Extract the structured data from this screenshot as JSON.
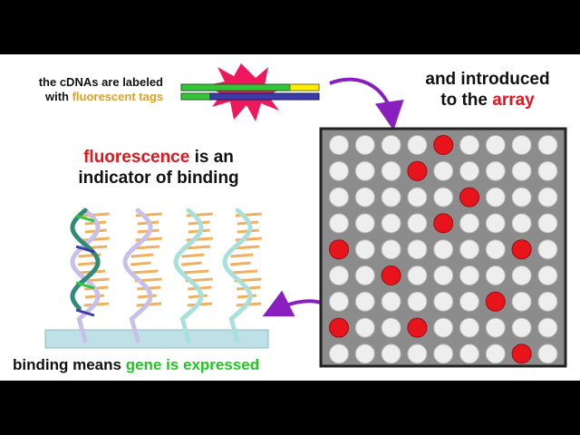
{
  "labels": {
    "cdna_line1": "the cDNAs are labeled",
    "cdna_line2_prefix": "with ",
    "cdna_line2_highlight": "fluorescent tags",
    "intro_line1": "and introduced",
    "intro_line2_prefix": "to the ",
    "intro_line2_highlight": "array",
    "fluor_line1_highlight": "fluorescence",
    "fluor_line1_rest": " is an",
    "fluor_line2": "indicator of binding",
    "binding_prefix": "binding means ",
    "binding_highlight": "gene is expressed"
  },
  "colors": {
    "background": "#ffffff",
    "letterbox": "#000000",
    "text": "#111111",
    "red_highlight": "#e8141c",
    "orange_highlight": "#e0a020",
    "green_highlight": "#1ec81e",
    "arrow": "#8a1fc0",
    "starburst": "#f0185c",
    "array_bg": "#8c8c8c",
    "spot_off": "#eeeeee",
    "spot_on": "#e8141c",
    "strand_green": "#35c53a",
    "strand_yellow": "#ffec00",
    "strand_blue": "#3c3ca8",
    "helix_lavender": "#c8c0e8",
    "helix_teal": "#a8e0dc",
    "bases_orange": "#f0b060",
    "surface": "#c0e0e8"
  },
  "array": {
    "rows": 9,
    "cols": 9,
    "lit_spots": [
      [
        0,
        4
      ],
      [
        1,
        3
      ],
      [
        2,
        5
      ],
      [
        3,
        4
      ],
      [
        4,
        0
      ],
      [
        4,
        7
      ],
      [
        5,
        2
      ],
      [
        6,
        6
      ],
      [
        7,
        0
      ],
      [
        7,
        3
      ],
      [
        8,
        7
      ]
    ]
  }
}
